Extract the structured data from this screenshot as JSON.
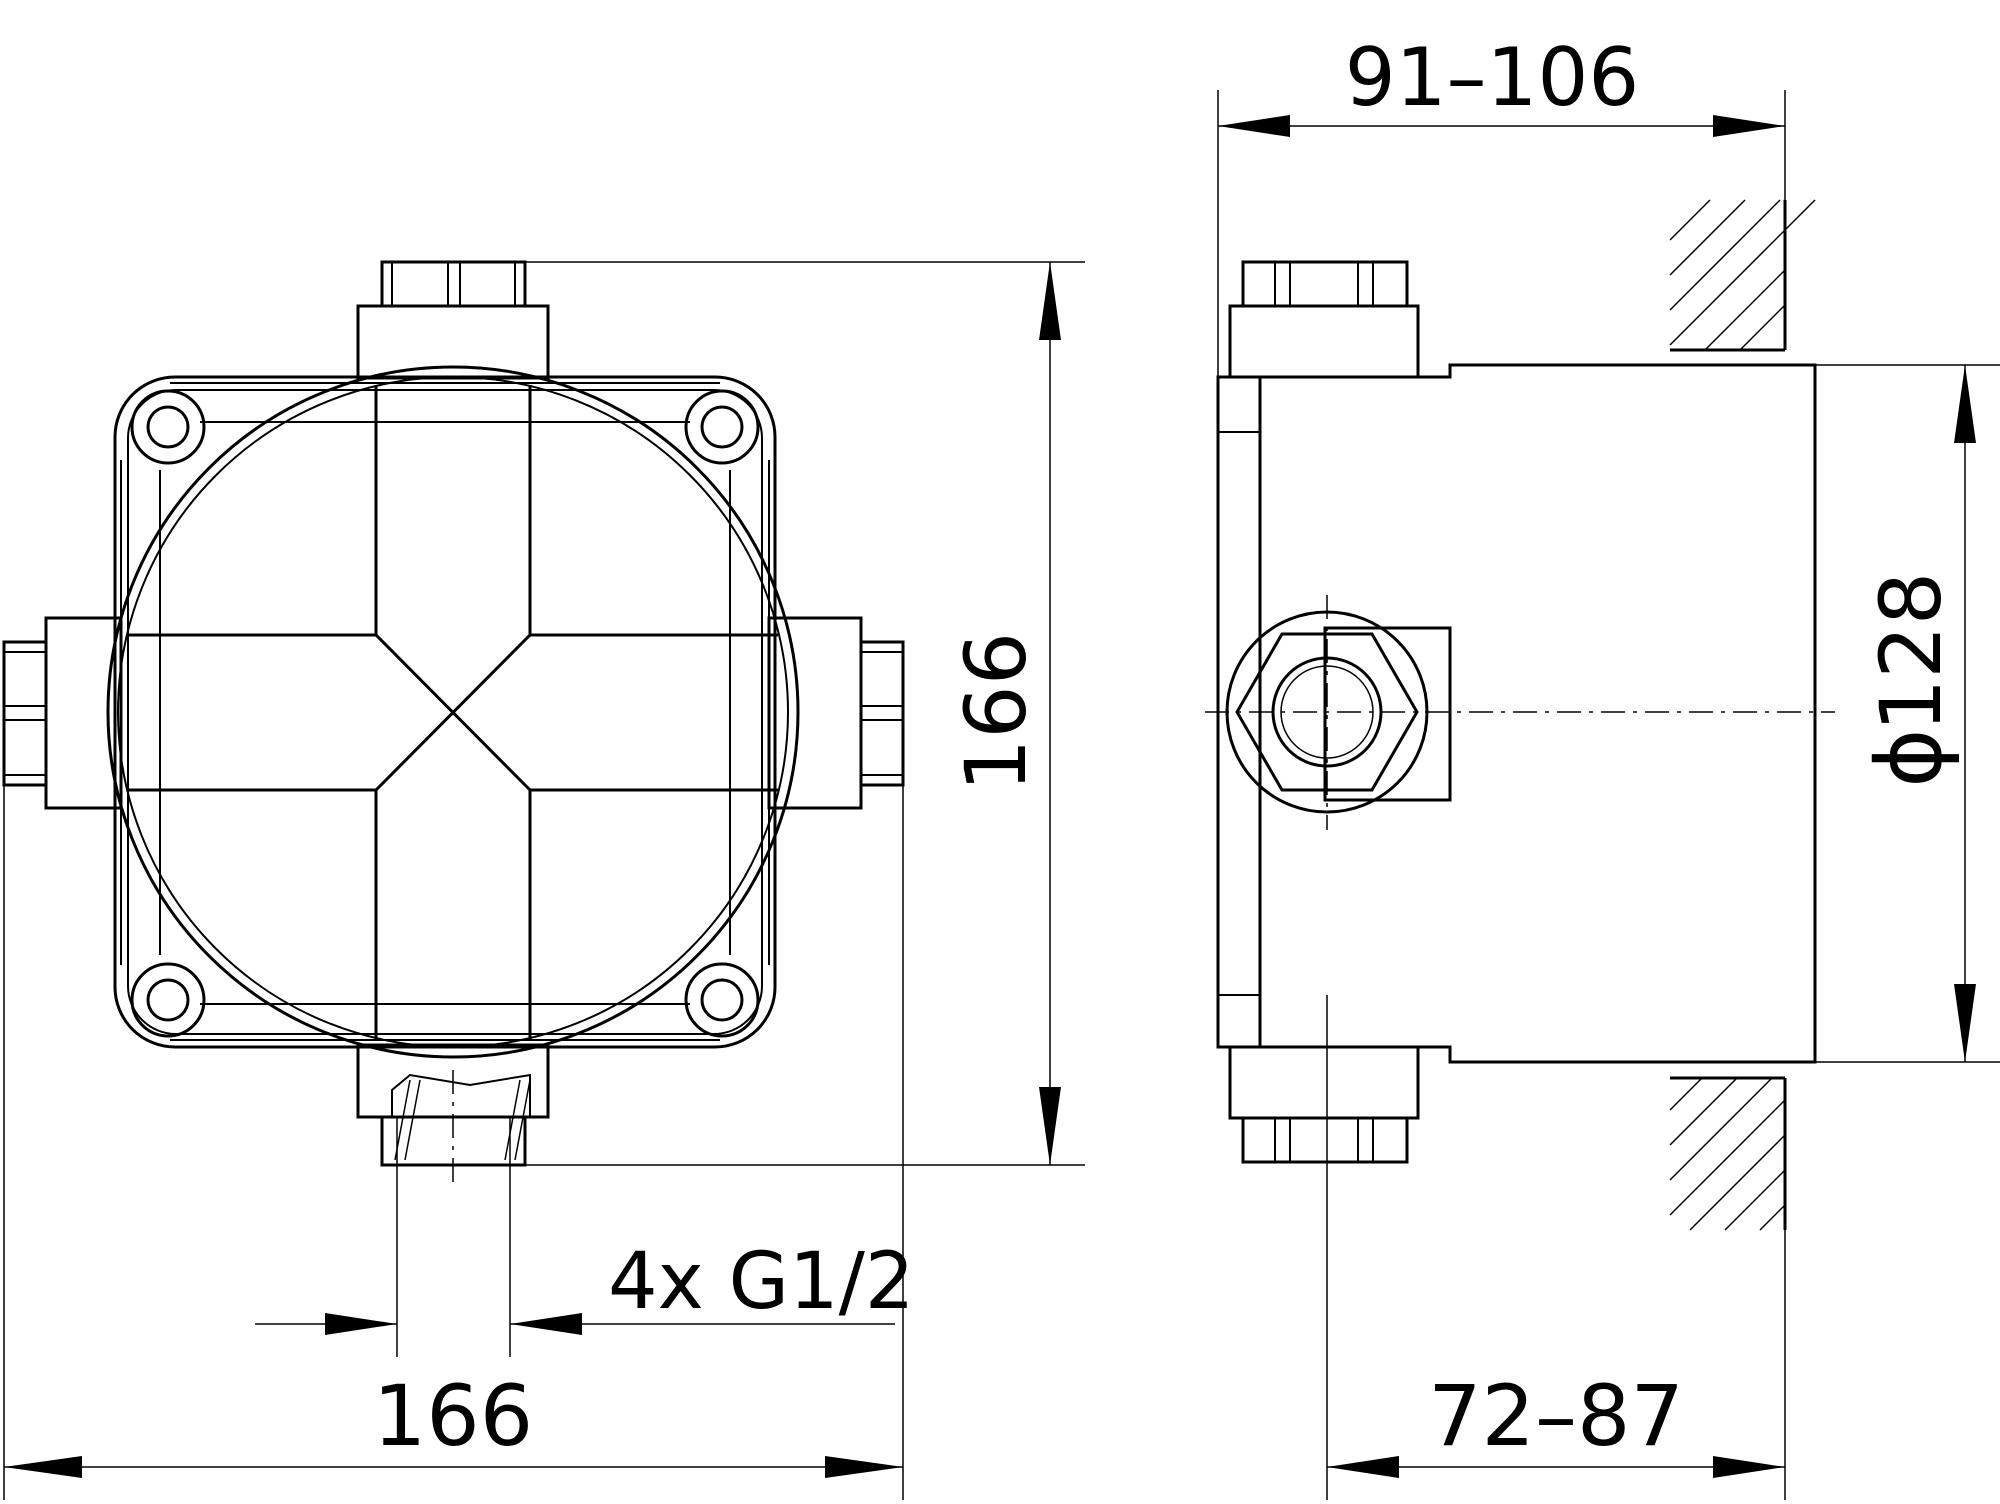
{
  "drawing": {
    "front_view": {
      "width_dimension": "166",
      "height_dimension": "166",
      "connection_label": "4x G1/2"
    },
    "side_view": {
      "wall_depth_dimension": "91–106",
      "install_depth_dimension": "72–87",
      "diameter_symbol": "ϕ",
      "diameter_dimension": "128"
    }
  }
}
